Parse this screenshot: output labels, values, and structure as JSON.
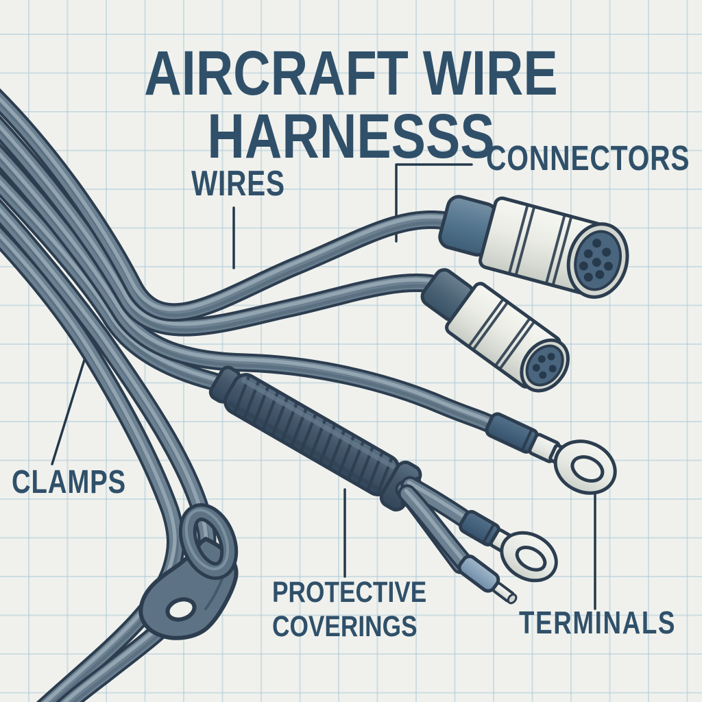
{
  "title": "AIRCRAFT WIRE HARNESSS",
  "labels": {
    "wires": "WIRES",
    "connectors": "CONNECTORS",
    "clamps": "CLAMPS",
    "protective_coverings": "PROTECTIVE\nCOVERINGS",
    "terminals": "TERMINALS"
  },
  "colors": {
    "background": "#f0f1ed",
    "grid_line": "#d7e3e9",
    "label_text": "#30506a",
    "outline": "#2c3d4f",
    "wire_fill": "#6b8090",
    "wire_highlight": "#97a9b5",
    "connector_body": "#edefe9",
    "connector_boot": "#53758e",
    "connector_face": "#4a657e",
    "covering": "#45586b",
    "sleeve_dark_blue": "#44617c",
    "sleeve_light_blue": "#8aa6bd",
    "terminal_metal": "#e9ebe6"
  }
}
